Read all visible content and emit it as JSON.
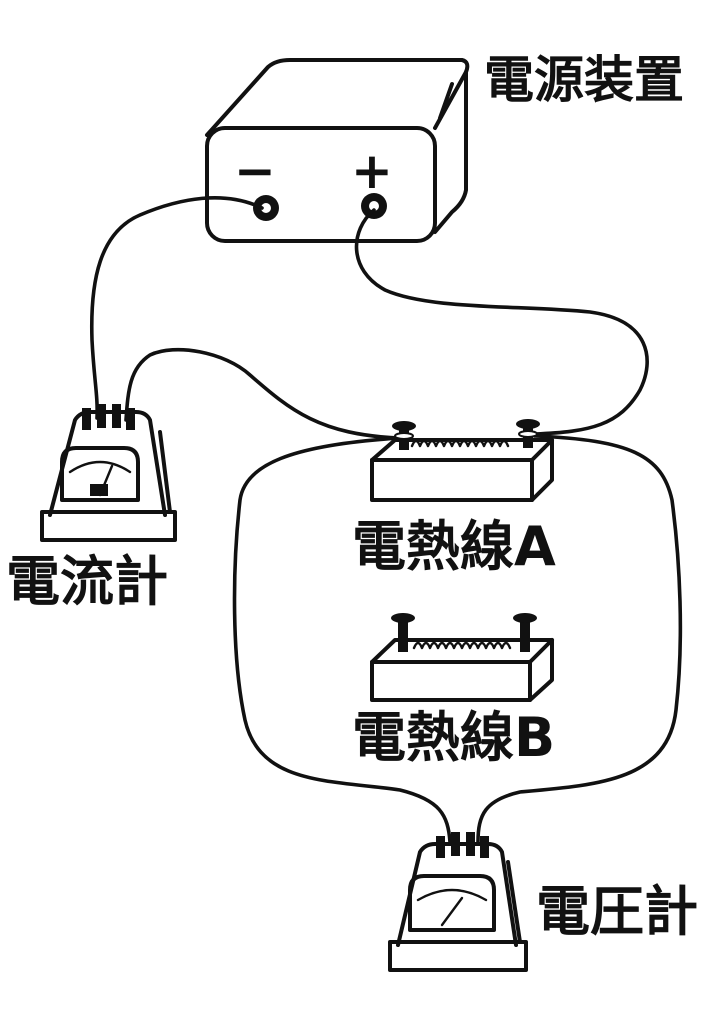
{
  "labels": {
    "power_supply": "電源装置",
    "terminal_minus": "−",
    "terminal_plus": "+",
    "ammeter": "電流計",
    "heating_wire_a": "電熱線A",
    "heating_wire_b": "電熱線B",
    "voltmeter": "電圧計"
  }
}
